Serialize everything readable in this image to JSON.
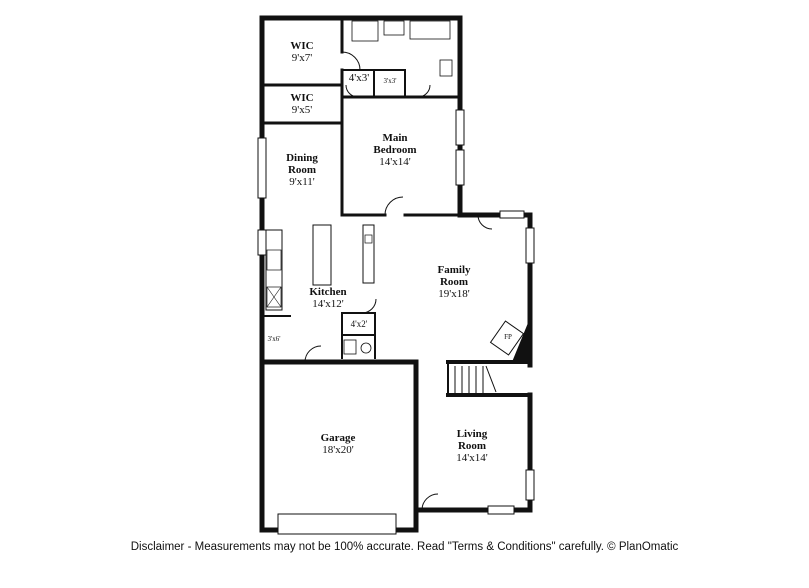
{
  "rooms": {
    "wic1": {
      "name": "WIC",
      "dim": "9'x7'"
    },
    "wic2": {
      "name": "WIC",
      "dim": "9'x5'"
    },
    "closet_4x3": {
      "dim": "4'x3'"
    },
    "closet_3x3": {
      "dim": "3'x3'"
    },
    "main_bedroom": {
      "name_line1": "Main",
      "name_line2": "Bedroom",
      "dim": "14'x14'"
    },
    "dining_room": {
      "name_line1": "Dining",
      "name_line2": "Room",
      "dim": "9'x11'"
    },
    "family_room": {
      "name_line1": "Family",
      "name_line2": "Room",
      "dim": "19'x18'"
    },
    "kitchen": {
      "name": "Kitchen",
      "dim": "14'x12'"
    },
    "closet_4x2": {
      "dim": "4'x2'"
    },
    "closet_3x6": {
      "dim": "3'x6'"
    },
    "fireplace": {
      "name": "FP"
    },
    "garage": {
      "name": "Garage",
      "dim": "18'x20'"
    },
    "living_room": {
      "name_line1": "Living",
      "name_line2": "Room",
      "dim": "14'x14'"
    }
  },
  "footer": {
    "disclaimer": "Disclaimer - Measurements may not be 100% accurate. Read \"Terms & Conditions\" carefully. © PlanOmatic"
  }
}
